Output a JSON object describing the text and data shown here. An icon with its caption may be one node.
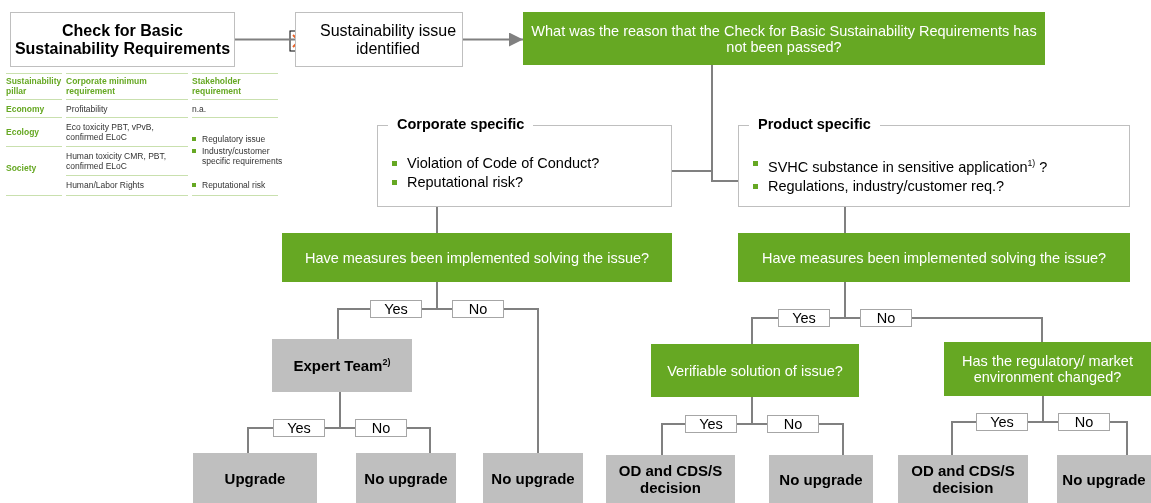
{
  "diagram": {
    "nodes": [
      {
        "text": [
          "Check for Basic Sustainability Requirements"
        ]
      },
      {
        "text": [
          "Sustainability issue identified"
        ]
      },
      {
        "text": [
          "What was the reason that the Check for Basic Sustainability Requirements has not been passed?"
        ]
      },
      {
        "text": [
          "Corporate specific",
          "Violation of Code of Conduct?",
          "Reputational risk?"
        ]
      },
      {
        "text": [
          "Product specific",
          "SVHC substance in sensitive application$^{1)}$ ?",
          "Regulations, industry/customer req.?"
        ]
      },
      {
        "text": [
          "Have measures been implemented solving the issue?"
        ]
      },
      {
        "text": [
          "Have measures been implemented solving the issue?"
        ]
      },
      {
        "text": [
          "Expert Team$^{2)}$"
        ]
      },
      {
        "text": [
          "Upgrade"
        ]
      },
      {
        "text": [
          "No upgrade"
        ]
      },
      {
        "text": [
          "No upgrade"
        ]
      },
      {
        "text": [
          "Verifiable solution of issue?"
        ]
      },
      {
        "text": [
          "Has the regulatory/ market environment changed?"
        ]
      },
      {
        "text": [
          "OD and CDS/S decision"
        ]
      },
      {
        "text": [
          "No upgrade"
        ]
      },
      {
        "text": [
          "OD and CDS/S decision"
        ]
      },
      {
        "text": [
          "No upgrade"
        ]
      }
    ],
    "edges": [
      {
        "from": 0,
        "to": 1,
        "arrow": "none"
      },
      {
        "from": 1,
        "to": 2,
        "arrow": "to"
      },
      {
        "from": 2,
        "to": 3,
        "arrow": "none"
      },
      {
        "from": 2,
        "to": 4,
        "arrow": "none"
      },
      {
        "from": 3,
        "to": 5,
        "arrow": "none"
      },
      {
        "from": 4,
        "to": 6,
        "arrow": "none"
      },
      {
        "from": 5,
        "to": 7,
        "arrow": "none",
        "label": "Yes"
      },
      {
        "from": 5,
        "to": 10,
        "arrow": "none",
        "label": "No"
      },
      {
        "from": 7,
        "to": 8,
        "arrow": "none",
        "label": "Yes"
      },
      {
        "from": 7,
        "to": 9,
        "arrow": "none",
        "label": "No"
      },
      {
        "from": 6,
        "to": 11,
        "arrow": "none",
        "label": "Yes"
      },
      {
        "from": 6,
        "to": 12,
        "arrow": "none",
        "label": "No"
      },
      {
        "from": 11,
        "to": 13,
        "arrow": "none",
        "label": "Yes"
      },
      {
        "from": 11,
        "to": 14,
        "arrow": "none",
        "label": "No"
      },
      {
        "from": 12,
        "to": 15,
        "arrow": "none",
        "label": "Yes"
      },
      {
        "from": 12,
        "to": 16,
        "arrow": "none",
        "label": "No"
      }
    ],
    "labels": [
      "Sustainability pillar",
      "Corporate minimum requirement",
      "Stakeholder requirement",
      "Economy",
      "Profitability",
      "n.a.",
      "Ecology",
      "Eco toxicity PBT, vPvB, confirmed ELoC",
      "Regulatory issue",
      "Industry/customer specific requirements",
      "Reputational risk",
      "Society",
      "Human toxicity CMR, PBT, confirmed ELoC",
      "Human/Labor Rights"
    ]
  }
}
